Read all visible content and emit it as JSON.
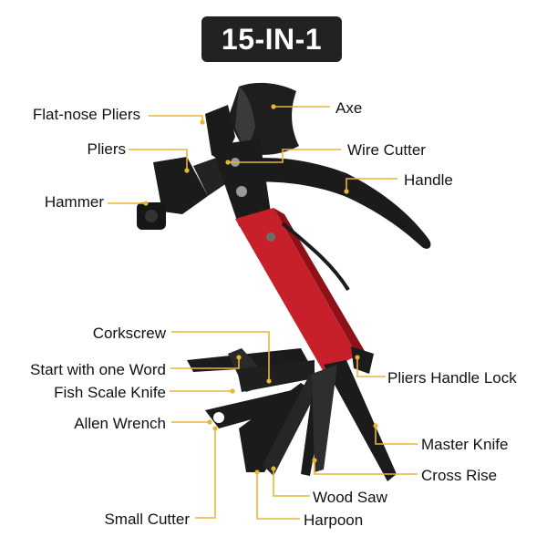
{
  "title": "15-IN-1",
  "labels": {
    "flat_nose_pliers": "Flat-nose Pliers",
    "pliers": "Pliers",
    "hammer": "Hammer",
    "axe": "Axe",
    "wire_cutter": "Wire Cutter",
    "handle": "Handle",
    "corkscrew": "Corkscrew",
    "start_with_one_word": "Start with one Word",
    "fish_scale_knife": "Fish Scale Knife",
    "allen_wrench": "Allen Wrench",
    "pliers_handle_lock": "Pliers Handle Lock",
    "master_knife": "Master Knife",
    "cross_rise": "Cross Rise",
    "wood_saw": "Wood Saw",
    "small_cutter": "Small Cutter",
    "harpoon": "Harpoon"
  },
  "colors": {
    "leader_line": "#e9b632",
    "tool_black": "#1b1b1b",
    "handle_red": "#c8202a",
    "badge_bg": "#222222"
  }
}
